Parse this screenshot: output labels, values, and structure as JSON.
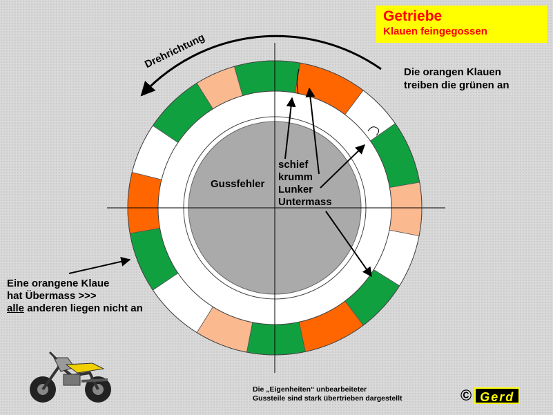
{
  "title": {
    "main": "Getriebe",
    "sub": "Klauen feingegossen"
  },
  "rotation_label": "Drehrichtung",
  "note_top_right": [
    "Die orangen Klauen",
    "treiben die grünen an"
  ],
  "defect_center_label": "Gussfehler",
  "defect_list": [
    "schief",
    "krumm",
    "Lunker",
    "Untermass"
  ],
  "note_left": {
    "line1": "Eine orangene Klaue",
    "line2": "hat Übermass >>>",
    "line3_underlined": "alle",
    "line3_rest": " anderen liegen nicht an"
  },
  "caption": [
    "Die „Eigenheiten“ unbearbeiteter",
    "Gussteile sind stark übertrieben dargestellt"
  ],
  "copyright": {
    "symbol": "©",
    "name": "Gerd"
  },
  "colors": {
    "green": "#10a040",
    "orange": "#ff6600",
    "light_orange": "#fbb990",
    "title_bg": "#ffff00",
    "title_text": "#ff0000",
    "hub": "#aaaaaa"
  },
  "segments": [
    {
      "start": 344,
      "end": 10,
      "fill": "green"
    },
    {
      "start": 10,
      "end": 37,
      "fill": "orange"
    },
    {
      "start": 37,
      "end": 55,
      "fill": "white"
    },
    {
      "start": 55,
      "end": 80,
      "fill": "green"
    },
    {
      "start": 80,
      "end": 101,
      "fill": "light_orange"
    },
    {
      "start": 101,
      "end": 122,
      "fill": "white"
    },
    {
      "start": 122,
      "end": 143,
      "fill": "green"
    },
    {
      "start": 143,
      "end": 168,
      "fill": "orange"
    },
    {
      "start": 168,
      "end": 191,
      "fill": "green"
    },
    {
      "start": 191,
      "end": 212,
      "fill": "light_orange"
    },
    {
      "start": 212,
      "end": 236,
      "fill": "white"
    },
    {
      "start": 236,
      "end": 260,
      "fill": "green"
    },
    {
      "start": 260,
      "end": 284,
      "fill": "orange"
    },
    {
      "start": 284,
      "end": 304,
      "fill": "white"
    },
    {
      "start": 304,
      "end": 328,
      "fill": "green"
    },
    {
      "start": 328,
      "end": 344,
      "fill": "light_orange"
    }
  ]
}
